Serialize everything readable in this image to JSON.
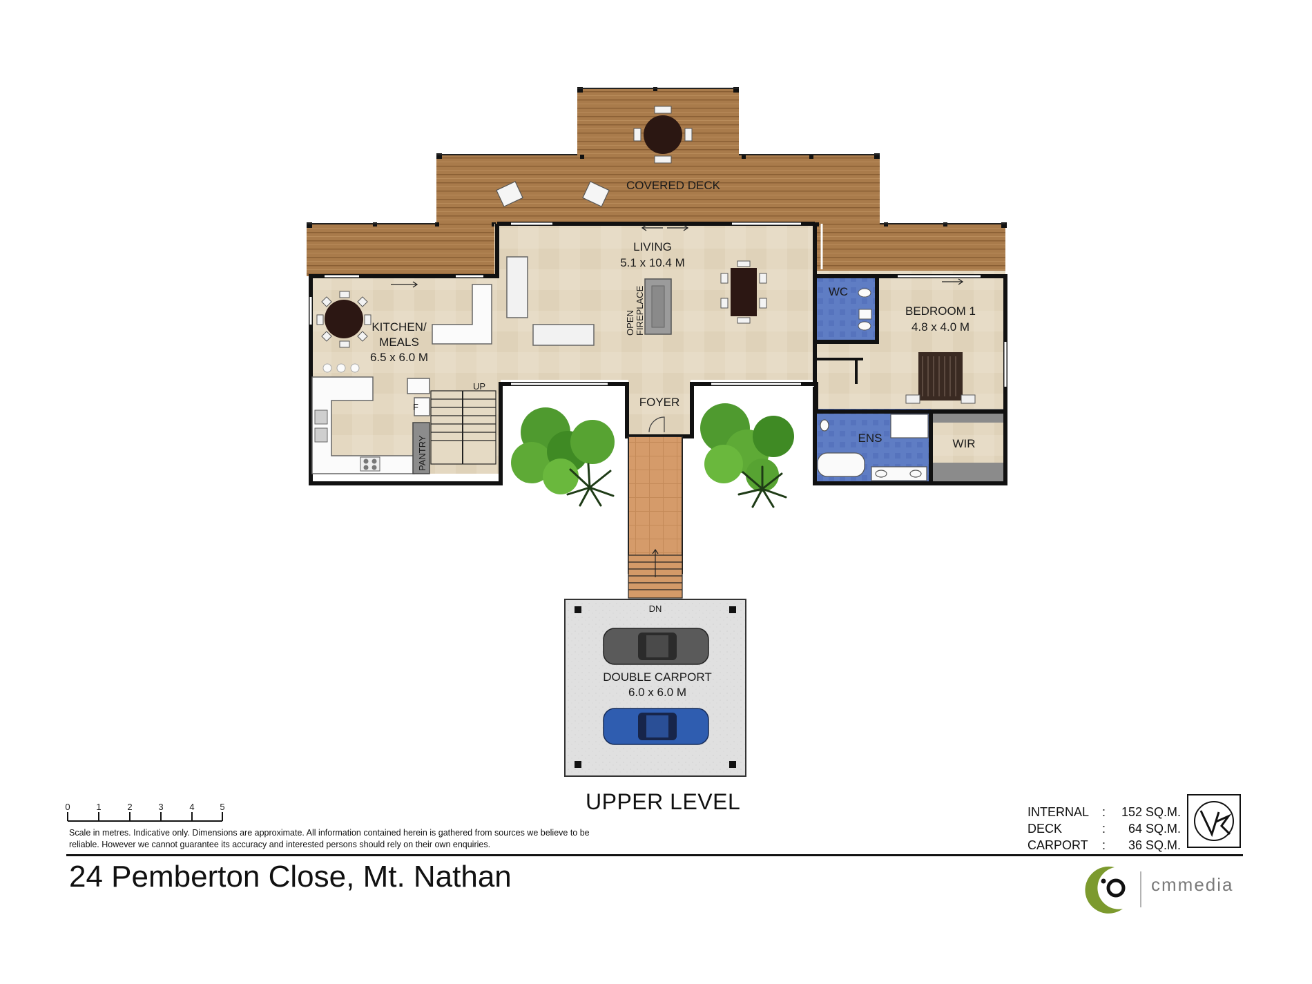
{
  "plan": {
    "covered_deck": "COVERED DECK",
    "living": {
      "name": "LIVING",
      "size": "5.1 x 10.4 M"
    },
    "fireplace": [
      "OPEN",
      "FIREPLACE"
    ],
    "kitchen": {
      "name1": "KITCHEN/",
      "name2": "MEALS",
      "size": "6.5 x 6.0 M"
    },
    "wc": "WC",
    "bedroom1": {
      "name": "BEDROOM 1",
      "size": "4.8 x 4.0 M"
    },
    "foyer": "FOYER",
    "ens": "ENS",
    "wir": "WIR",
    "pantry": "PANTRY",
    "fridge": "F",
    "stairs_up": "UP",
    "stairs_down": "DN",
    "carport": {
      "name": "DOUBLE CARPORT",
      "size": "6.0 x 6.0 M"
    },
    "colors": {
      "deck": "#a87a4a",
      "floor": "#e3d7c0",
      "wet": "#5b79c0",
      "car_top": "#5a5a5a",
      "car_bottom": "#2f5db0"
    }
  },
  "level": "UPPER LEVEL",
  "scale": {
    "ticks": [
      "0",
      "1",
      "2",
      "3",
      "4",
      "5"
    ]
  },
  "disclaimer": "Scale in metres.  Indicative only.  Dimensions are approximate.  All information contained herein is gathered from sources we believe to be reliable.  However we cannot guarantee its accuracy and interested persons should rely on their own enquiries.",
  "areas": [
    {
      "label": "INTERNAL",
      "sep": ":",
      "value": "152 SQ.M."
    },
    {
      "label": "DECK",
      "sep": ":",
      "value": "64 SQ.M."
    },
    {
      "label": "CARPORT",
      "sep": ":",
      "value": "36 SQ.M."
    }
  ],
  "address": "24 Pemberton Close, Mt. Nathan",
  "brand": {
    "name": "cmmedia",
    "logo_icon": "cmmedia-logo-icon",
    "mark_icon": "vr-logo-icon"
  }
}
